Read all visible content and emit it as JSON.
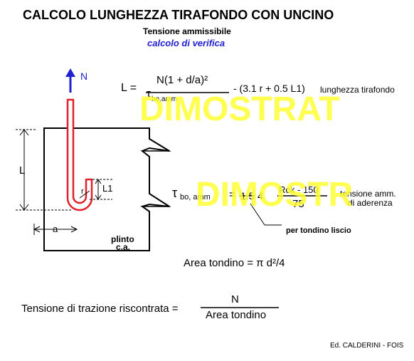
{
  "title": "CALCOLO LUNGHEZZA TIRAFONDO  CON   UNCINO",
  "subtitle": "Tensione ammissibile",
  "mode": "calcolo di verifica",
  "diagram": {
    "force_label": "N",
    "length_label": "L",
    "hook_length_label": "L1",
    "radius_label": "r",
    "offset_label": "a",
    "plinth_label_1": "plinto",
    "plinth_label_2": "c.a."
  },
  "formula_L": {
    "lhs": "L =",
    "numerator": "N(1 + d/a)²",
    "denominator_tau": "τ",
    "denominator_sub": "bo,amm",
    "rest": "- (3.1 r + 0.5 L1)",
    "description": "lunghezza tirafondo"
  },
  "formula_tau": {
    "tau": "τ",
    "sub": "bo, amm",
    "eq": "=",
    "coef_num": "1.5",
    "coef_den": "4",
    "rck_num": "Rck - 150",
    "rck_den": "75",
    "desc_1": "tensione amm.",
    "desc_2": "di aderenza",
    "note": "per tondino liscio"
  },
  "area": "Area tondino =  π d²/4",
  "stress": {
    "lhs": "Tensione di trazione riscontrata =",
    "num": "N",
    "den": "Area tondino"
  },
  "watermark_1": "DIMOSTRAT",
  "watermark_2": "DIMOSTR",
  "credits": "Ed. CALDERINI - FOIS",
  "colors": {
    "bolt": "#e0202a",
    "arrow": "#2020d0",
    "mode_text": "#2020d0",
    "watermark": "#ffff33"
  }
}
